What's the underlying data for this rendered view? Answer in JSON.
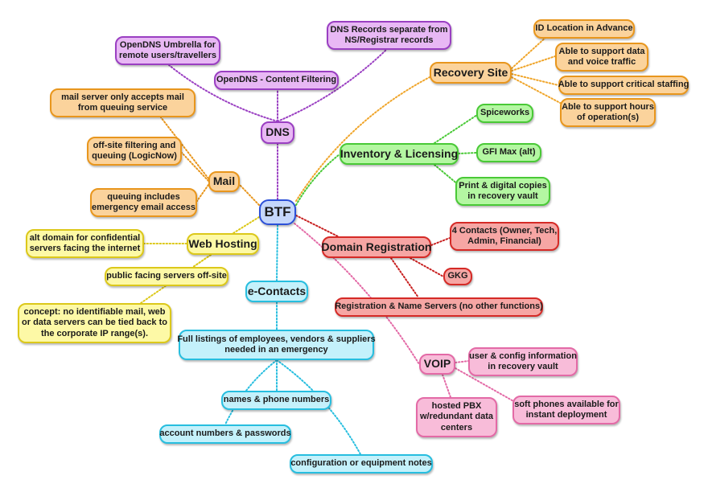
{
  "mindmap": {
    "root": "BTF",
    "dns": {
      "label": "DNS",
      "items": [
        "OpenDNS - Content Filtering",
        "OpenDNS Umbrella for\nremote users/travellers",
        "DNS Records separate from\nNS/Registrar records"
      ]
    },
    "mail": {
      "label": "Mail",
      "items": [
        "mail server only accepts mail\nfrom queuing service",
        "off-site filtering and\nqueuing (LogicNow)",
        "queuing includes\nemergency email access"
      ]
    },
    "web_hosting": {
      "label": "Web Hosting",
      "items": [
        "alt domain for confidential\nservers facing the internet",
        "public facing servers off-site",
        "concept: no identifiable mail, web\nor data servers can be tied back to\nthe corporate IP range(s)."
      ]
    },
    "e_contacts": {
      "label": "e-Contacts",
      "listing": "Full listings of employees, vendors & suppliers\nneeded in an emergency",
      "items": [
        "names & phone numbers",
        "account numbers & passwords",
        "configuration or equipment notes"
      ]
    },
    "recovery_site": {
      "label": "Recovery Site",
      "items": [
        "ID Location in Advance",
        "Able to support data\nand voice traffic",
        "Able to support critical staffing",
        "Able to support hours\nof operation(s)"
      ]
    },
    "inventory": {
      "label": "Inventory & Licensing",
      "items": [
        "Spiceworks",
        "GFI Max (alt)",
        "Print & digital copies\nin recovery vault"
      ]
    },
    "domain_registration": {
      "label": "Domain Registration",
      "items": [
        "4 Contacts (Owner, Tech,\nAdmin, Financial)",
        "GKG",
        "Registration & Name Servers (no other functions)"
      ]
    },
    "voip": {
      "label": "VOIP",
      "items": [
        "user & config information\nin recovery vault",
        "soft phones available for\ninstant deployment",
        "hosted PBX\nw/redundant data\ncenters"
      ]
    },
    "colors": {
      "dns": "#9a3fc2",
      "mail": "#e8961d",
      "web_hosting": "#dcc81a",
      "e_contacts": "#27bedf",
      "recovery_site": "#f0a52a",
      "inventory": "#49c936",
      "domain_registration": "#c81f1f",
      "voip": "#e36aa6",
      "root": "#2c50d8"
    }
  }
}
